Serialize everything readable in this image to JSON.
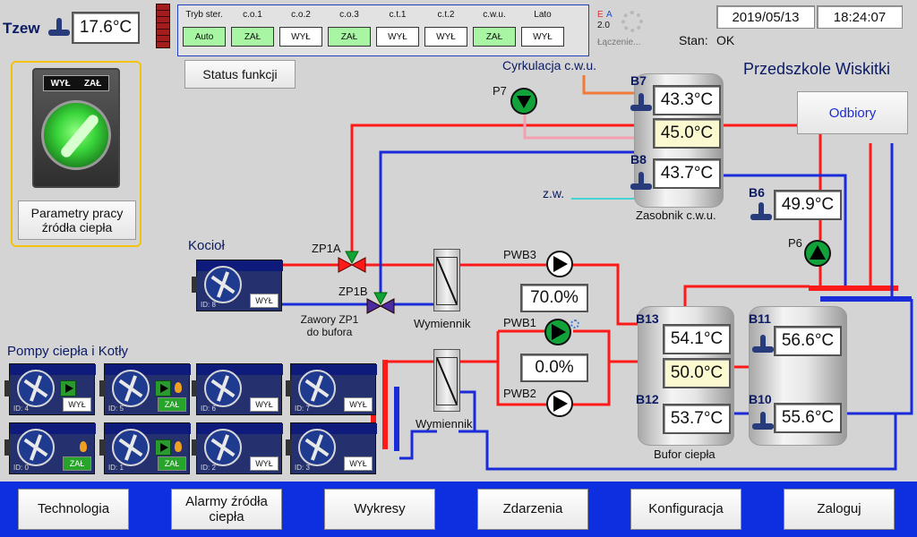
{
  "header": {
    "tzew_label": "Tzew",
    "tzew_value": "17.6°C",
    "date": "2019/05/13",
    "time": "18:24:07",
    "stan_label": "Stan:",
    "stan_value": "OK",
    "site_name": "Przedszkole Wiskitki",
    "conn_e": "E",
    "conn_a": "A",
    "conn_version": "2.0",
    "conn_status": "Łączenie..."
  },
  "modes": [
    {
      "header": "Tryb ster.",
      "value": "Auto",
      "on": true
    },
    {
      "header": "c.o.1",
      "value": "ZAŁ",
      "on": true
    },
    {
      "header": "c.o.2",
      "value": "WYŁ",
      "on": false
    },
    {
      "header": "c.o.3",
      "value": "ZAŁ",
      "on": true
    },
    {
      "header": "c.t.1",
      "value": "WYŁ",
      "on": false
    },
    {
      "header": "c.t.2",
      "value": "WYŁ",
      "on": false
    },
    {
      "header": "c.w.u.",
      "value": "ZAŁ",
      "on": true
    },
    {
      "header": "Lato",
      "value": "WYŁ",
      "on": false
    }
  ],
  "buttons": {
    "status_funkcji": "Status funkcji",
    "odbiory": "Odbiory",
    "parametry": "Parametry pracy źródła ciepła"
  },
  "switch": {
    "off_label": "WYŁ",
    "on_label": "ZAŁ"
  },
  "labels": {
    "cyrkulacja": "Cyrkulacja c.w.u.",
    "zw": "z.w.",
    "zasobnik": "Zasobnik c.w.u.",
    "kociol": "Kocioł",
    "pompy": "Pompy ciepła i Kotły",
    "zp1a": "ZP1A",
    "zp1b": "ZP1B",
    "zawory": "Zawory ZP1 do bufora",
    "wymiennik1": "Wymiennik",
    "wymiennik2": "Wymiennik",
    "pwb3": "PWB3",
    "pwb1": "PWB1",
    "pwb2": "PWB2",
    "p7": "P7",
    "p6": "P6",
    "bufor": "Bufor ciepła"
  },
  "valves": {
    "pwb1_pct": "70.0%",
    "pwb2_pct": "0.0%"
  },
  "sensors": {
    "b7": {
      "label": "B7",
      "value": "43.3°C"
    },
    "b7b": {
      "value": "45.0°C"
    },
    "b8": {
      "label": "B8",
      "value": "43.7°C"
    },
    "b6": {
      "label": "B6",
      "value": "49.9°C"
    },
    "b13": {
      "label": "B13",
      "value": "54.1°C"
    },
    "b13b": {
      "value": "50.0°C"
    },
    "b12": {
      "label": "B12",
      "value": "53.7°C"
    },
    "b11": {
      "label": "B11",
      "value": "56.6°C"
    },
    "b10": {
      "label": "B10",
      "value": "55.6°C"
    }
  },
  "units": [
    {
      "id": "ID: 8",
      "status": "WYŁ",
      "on": false,
      "play": false,
      "flame": false
    },
    {
      "id": "ID: 4",
      "status": "WYŁ",
      "on": false,
      "play": true,
      "flame": false
    },
    {
      "id": "ID: 5",
      "status": "ZAŁ",
      "on": true,
      "play": true,
      "flame": true
    },
    {
      "id": "ID: 6",
      "status": "WYŁ",
      "on": false,
      "play": false,
      "flame": false
    },
    {
      "id": "ID: 7",
      "status": "WYŁ",
      "on": false,
      "play": false,
      "flame": false
    },
    {
      "id": "ID: 0",
      "status": "ZAŁ",
      "on": true,
      "play": false,
      "flame": true
    },
    {
      "id": "ID: 1",
      "status": "ZAŁ",
      "on": true,
      "play": true,
      "flame": true
    },
    {
      "id": "ID: 2",
      "status": "WYŁ",
      "on": false,
      "play": false,
      "flame": false
    },
    {
      "id": "ID: 3",
      "status": "WYŁ",
      "on": false,
      "play": false,
      "flame": false
    }
  ],
  "nav": [
    "Technologia",
    "Alarmy źródła ciepła",
    "Wykresy",
    "Zdarzenia",
    "Konfiguracja",
    "Zaloguj"
  ],
  "colors": {
    "hot": "#ff1a1a",
    "cold": "#1a2bd8",
    "nav_bar": "#0d2fe0",
    "accent_yellow": "#f4c20d",
    "switch_green": "#39d43a"
  }
}
